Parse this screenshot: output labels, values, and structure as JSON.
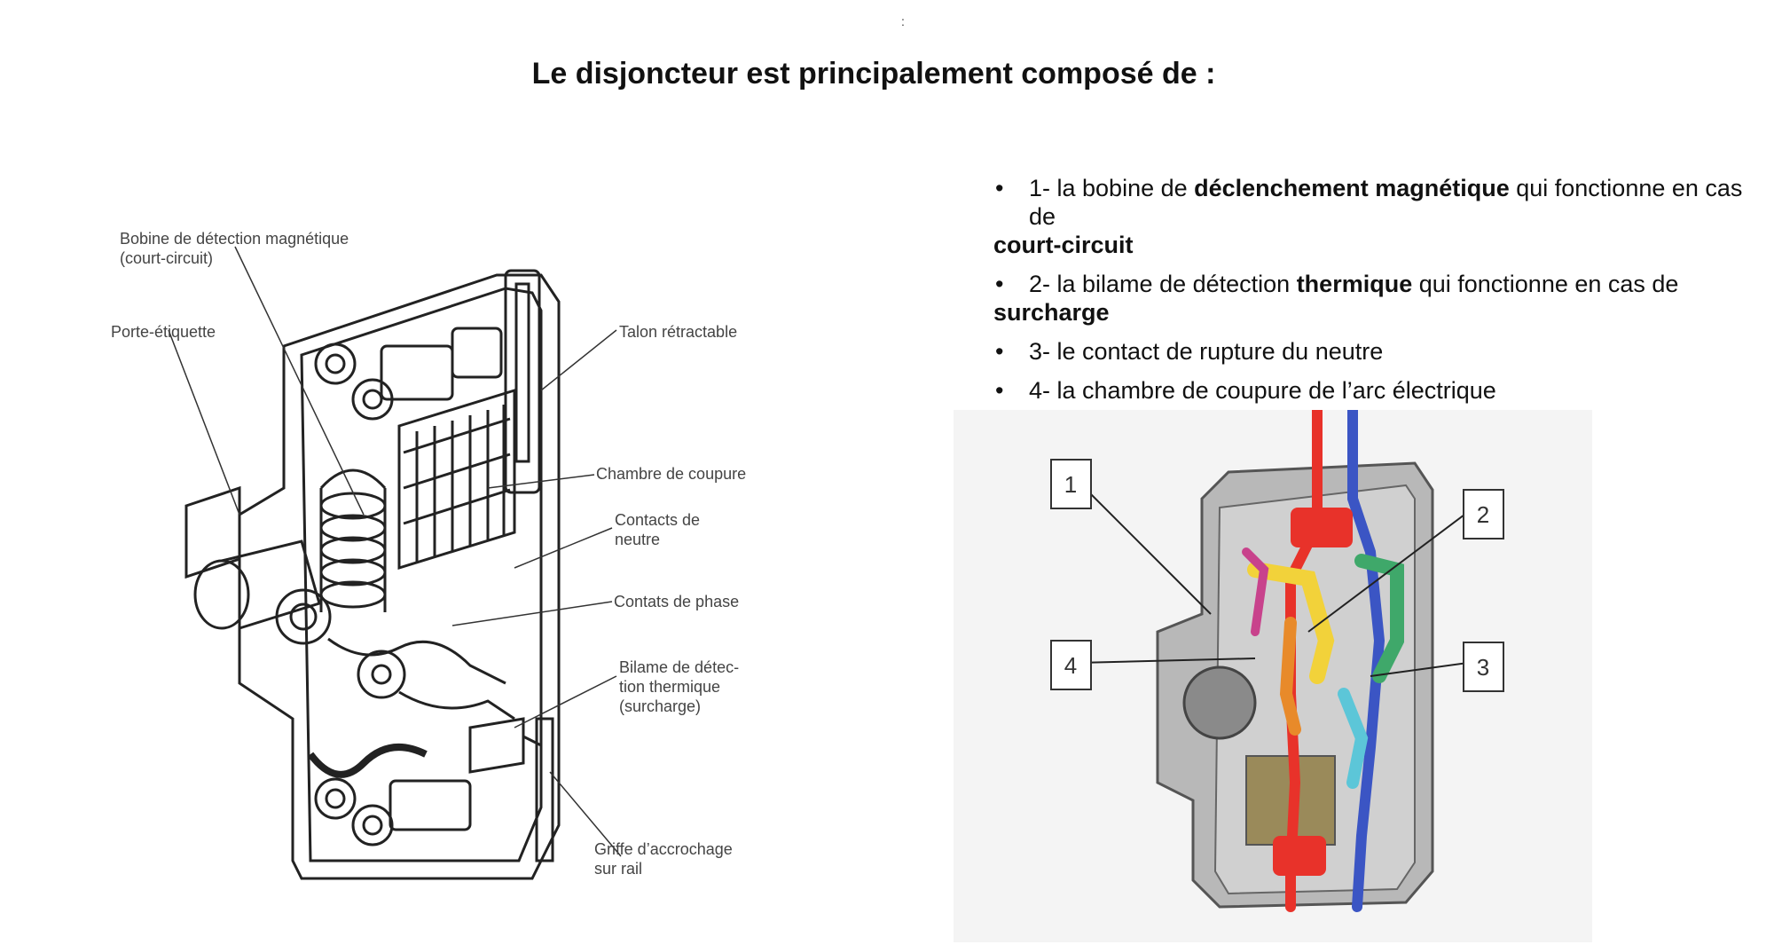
{
  "header": {
    "mark": ":",
    "title": "Le disjoncteur est principalement composé de :"
  },
  "bullets": [
    {
      "bullet": "•",
      "num": "1- la bobine de ",
      "bold": "déclenchement magnétique",
      "rest": " qui fonctionne en cas de ",
      "bold2": "court-circuit"
    },
    {
      "bullet": "•",
      "num": "2- la bilame de détection ",
      "bold": "thermique",
      "rest": " qui fonctionne en cas de ",
      "bold2": "surcharge"
    },
    {
      "bullet": "•",
      "num": "3- le contact de rupture du neutre"
    },
    {
      "bullet": "•",
      "num": "4- la chambre de coupure de l’arc électrique"
    }
  ],
  "left_diagram": {
    "labels": {
      "bobine_1": "Bobine de détection magnétique",
      "bobine_2": "(court-circuit)",
      "porte": "Porte-étiquette",
      "talon": "Talon rétractable",
      "chambre": "Chambre de coupure",
      "neutre_1": "Contacts de",
      "neutre_2": "neutre",
      "phase": "Contats de phase",
      "bilame_1": "Bilame de détec-",
      "bilame_2": "tion thermique",
      "bilame_3": "(surcharge)",
      "griffe_1": "Griffe d’accrochage",
      "griffe_2": "sur rail"
    }
  },
  "right_photo": {
    "callouts": [
      "1",
      "2",
      "3",
      "4"
    ],
    "colors": {
      "phase": "#e8322a",
      "neutral": "#3b55c4",
      "yellow": "#f2d23a",
      "green": "#3fa86a",
      "magenta": "#c8428c",
      "orange": "#e88a2a",
      "cyan": "#5cc6d8"
    }
  }
}
